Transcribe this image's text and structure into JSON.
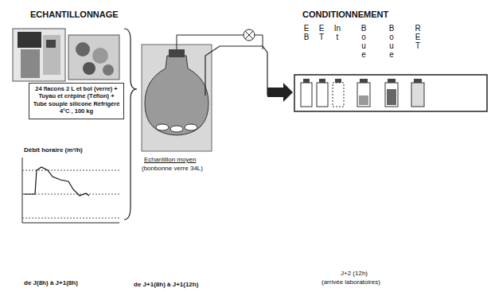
{
  "diagram": {
    "nodes": [
      {
        "text": [
          "24 flacons 2 L et bol (verre) + Tuyau et crépine (Téflon) + Tube souple silicone Réfrigéré 4°C , 100 kg"
        ]
      }
    ],
    "labels": [
      "ECHANTILLONNAGE",
      "CONDITIONNEMENT",
      "Débit horaire (m³/h)",
      "Echantillon moyen",
      "(bonbonne verre 34L)",
      "EB",
      "ET",
      "Int",
      "Boue",
      "Boue",
      "RET",
      "de J(8h) à J+1(8h)",
      "de J+1(8h) à J+1(12h)",
      "J+2 (12h)",
      "(arrivée laboratoires)"
    ]
  }
}
